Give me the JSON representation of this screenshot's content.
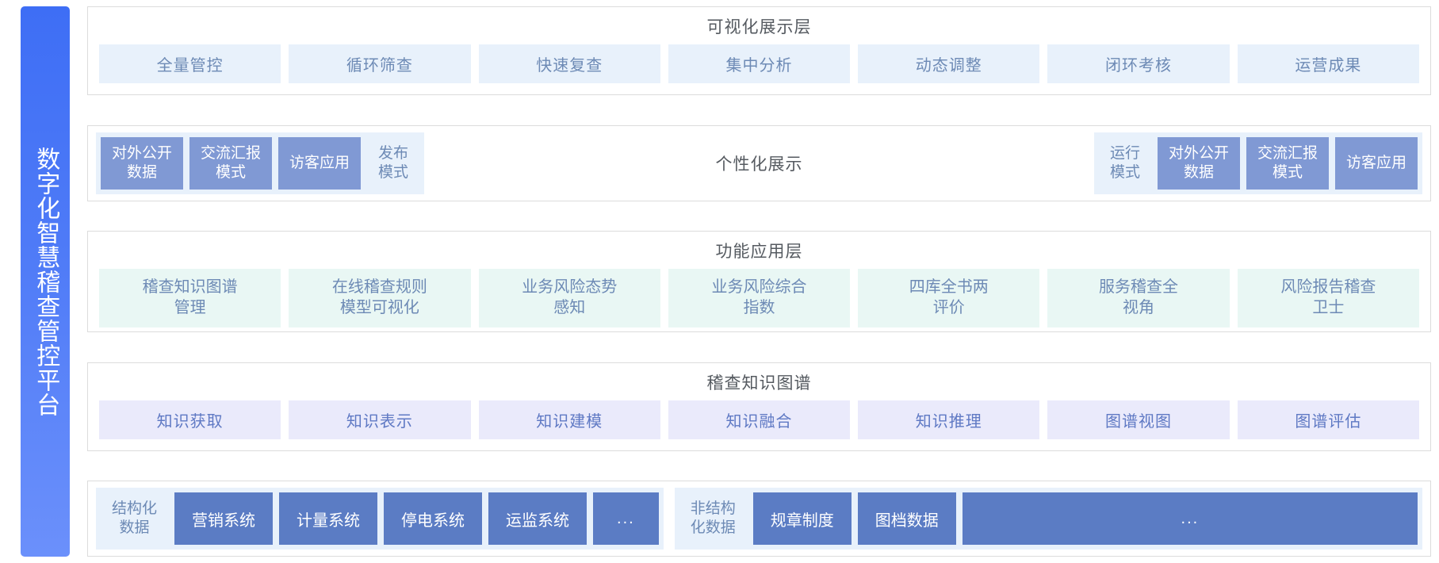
{
  "sidebar": {
    "title": "数字化智慧稽查管控平台",
    "gradient_from": "#3e6ef5",
    "gradient_to": "#6b90fb",
    "text_color": "#ffffff"
  },
  "colors": {
    "chip_blue_bg": "#e8f1fb",
    "chip_blue_text": "#6d8ab5",
    "chip_lavender_bg": "#eaeafb",
    "chip_lavender_text": "#5f79c4",
    "card_mint_bg": "#e9f7f4",
    "mode_box_bg": "#8099d4",
    "data_box_bg": "#5b7cc4",
    "panel_border": "#dcdcdc",
    "title_text": "#555a60"
  },
  "visualization_layer": {
    "title": "可视化展示层",
    "chips": [
      {
        "label": "全量管控"
      },
      {
        "label": "循环筛查"
      },
      {
        "label": "快速复查"
      },
      {
        "label": "集中分析"
      },
      {
        "label": "动态调整"
      },
      {
        "label": "闭环考核"
      },
      {
        "label": "运营成果"
      }
    ]
  },
  "mode_layer": {
    "center_title": "个性化展示",
    "left_group": {
      "boxes": [
        {
          "label": "对外公开\n数据",
          "style": "solid"
        },
        {
          "label": "交流汇报\n模式",
          "style": "solid"
        },
        {
          "label": "访客应用",
          "style": "solid"
        },
        {
          "label": "发布\n模式",
          "style": "plain"
        }
      ]
    },
    "right_group": {
      "boxes": [
        {
          "label": "运行\n模式",
          "style": "plain"
        },
        {
          "label": "对外公开\n数据",
          "style": "solid"
        },
        {
          "label": "交流汇报\n模式",
          "style": "solid"
        },
        {
          "label": "访客应用",
          "style": "solid"
        }
      ]
    }
  },
  "function_layer": {
    "title": "功能应用层",
    "cards": [
      {
        "label": "稽查知识图谱\n管理"
      },
      {
        "label": "在线稽查规则\n模型可视化"
      },
      {
        "label": "业务风险态势\n感知"
      },
      {
        "label": "业务风险综合\n指数"
      },
      {
        "label": "四库全书两\n评价"
      },
      {
        "label": "服务稽查全\n视角"
      },
      {
        "label": "风险报告稽查\n卫士"
      }
    ]
  },
  "knowledge_graph_layer": {
    "title": "稽查知识图谱",
    "chips": [
      {
        "label": "知识获取"
      },
      {
        "label": "知识表示"
      },
      {
        "label": "知识建模"
      },
      {
        "label": "知识融合"
      },
      {
        "label": "知识推理"
      },
      {
        "label": "图谱视图"
      },
      {
        "label": "图谱评估"
      }
    ]
  },
  "data_layer": {
    "structured": {
      "label": "结构化\n数据",
      "systems": [
        {
          "label": "营销系统"
        },
        {
          "label": "计量系统"
        },
        {
          "label": "停电系统"
        },
        {
          "label": "运监系统"
        },
        {
          "label": "..."
        }
      ]
    },
    "unstructured": {
      "label": "非结构\n化数据",
      "systems": [
        {
          "label": "规章制度"
        },
        {
          "label": "图档数据"
        },
        {
          "label": "..."
        }
      ]
    }
  }
}
